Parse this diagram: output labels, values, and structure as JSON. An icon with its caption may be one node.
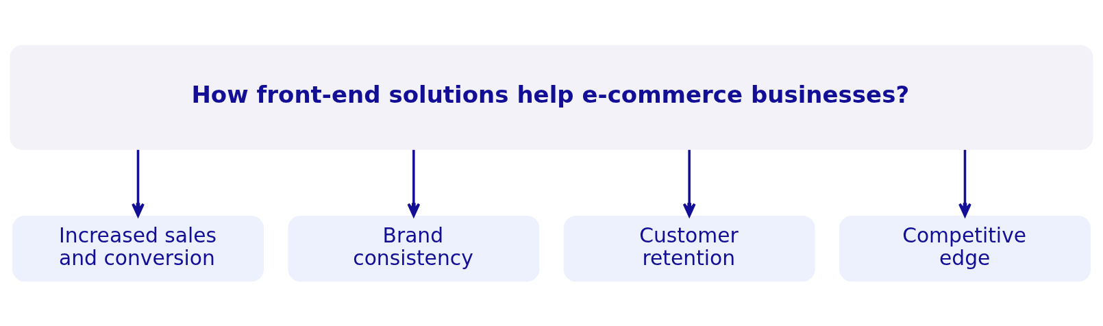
{
  "diagram": {
    "nodes": [
      {
        "text": [
          "How front-end solutions help e-commerce businesses?"
        ]
      },
      {
        "text": [
          "Increased sales and conversion"
        ]
      },
      {
        "text": [
          "Brand consistency"
        ]
      },
      {
        "text": [
          "Customer retention"
        ]
      },
      {
        "text": [
          "Competitive edge"
        ]
      }
    ],
    "edges": [
      {
        "from": 0,
        "to": 1,
        "arrow": "to"
      },
      {
        "from": 0,
        "to": 2,
        "arrow": "to"
      },
      {
        "from": 0,
        "to": 3,
        "arrow": "to"
      },
      {
        "from": 0,
        "to": 4,
        "arrow": "to"
      }
    ]
  }
}
